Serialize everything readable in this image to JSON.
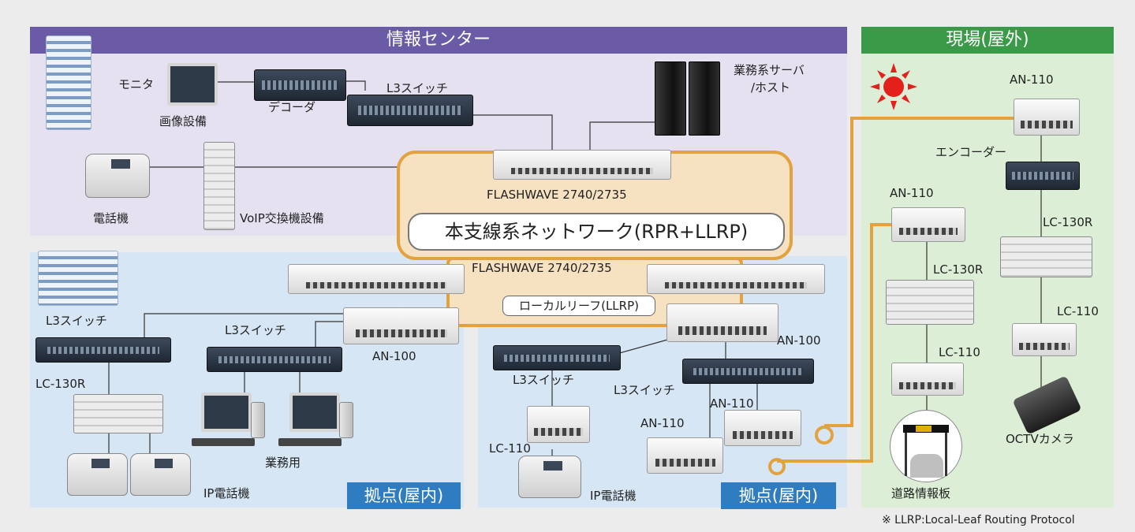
{
  "zones": {
    "info_center": "情報センター",
    "field": "現場(屋外)",
    "branch_left": "拠点(屋内)",
    "branch_right": "拠点(屋内)"
  },
  "backbone": {
    "network_label": "本支線系ネットワーク(RPR+LLRP)",
    "local_leaf_label": "ローカルリーフ(LLRP)",
    "flashwave_top": "FLASHWAVE 2740/2735",
    "flashwave_bottom": "FLASHWAVE 2740/2735"
  },
  "center_devices": {
    "monitor": "モニタ",
    "image_equipment": "画像設備",
    "decoder": "デコーダ",
    "l3switch": "L3スイッチ",
    "server_line1": "業務系サーバ",
    "server_line2": "/ホスト",
    "phone": "電話機",
    "voip": "VoIP交換機設備"
  },
  "branch_left_devices": {
    "l3switch_a": "L3スイッチ",
    "l3switch_b": "L3スイッチ",
    "lc130r": "LC-130R",
    "an100": "AN-100",
    "business": "業務用",
    "ip_phone": "IP電話機"
  },
  "branch_right_devices": {
    "l3switch_a": "L3スイッチ",
    "l3switch_b": "L3スイッチ",
    "an100": "AN-100",
    "an110": "AN-110",
    "an110_b": "AN-110",
    "lc110": "LC-110",
    "ip_phone": "IP電話機"
  },
  "field_devices": {
    "an110_top": "AN-110",
    "encoder": "エンコーダー",
    "an110_mid": "AN-110",
    "lc130r_a": "LC-130R",
    "lc130r_b": "LC-130R",
    "lc110_a": "LC-110",
    "lc110_b": "LC-110",
    "road_sign": "道路情報板",
    "camera": "OCTVカメラ"
  },
  "footnote": "※ LLRP:Local-Leaf Routing Protocol",
  "colors": {
    "info_header": "#6b5aa6",
    "info_bg": "#e6e1f1",
    "field_header": "#3a9a48",
    "field_bg": "#dcefd6",
    "branch_bg": "#d6e6f5",
    "branch_badge": "#2f7cc0",
    "ring": "#e3a23f",
    "ring_fill": "#f6e1c1"
  }
}
